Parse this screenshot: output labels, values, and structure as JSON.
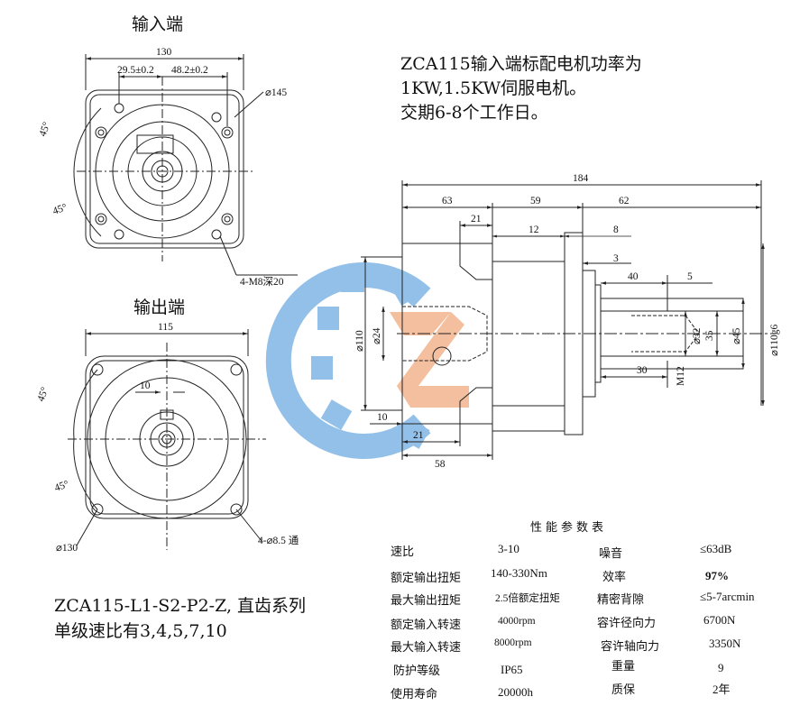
{
  "views": {
    "input_title": "输入端",
    "output_title": "输出端"
  },
  "notes": {
    "line1": "ZCA115输入端标配电机功率为",
    "line2": "1KW,1.5KW伺服电机。",
    "line3": "交期6-8个工作日。",
    "model_line1": "ZCA115-L1-S2-P2-Z, 直齿系列",
    "model_line2": "单级速比有3,4,5,7,10"
  },
  "dimensions": {
    "input": {
      "width": "130",
      "offset_a": "29.5±0.2",
      "offset_b": "48.2±0.2",
      "pcd": "⌀145",
      "angle_top": "45°",
      "angle_bottom": "45°",
      "holes": "4-M8深20"
    },
    "output": {
      "width": "115",
      "key": "10",
      "angle_top": "45°",
      "angle_bottom": "45°",
      "pcd": "⌀130",
      "holes": "4-⌀8.5 通"
    },
    "side": {
      "total": "184",
      "seg1": "63",
      "seg2": "59",
      "seg3": "62",
      "d21_top": "21",
      "d12": "12",
      "d8": "8",
      "d3": "3",
      "d40": "40",
      "d5": "5",
      "d110": "⌀110",
      "d24": "⌀24",
      "d32": "⌀32",
      "d35": "35",
      "d45": "⌀45",
      "d110g6": "⌀110g6",
      "d30": "30",
      "m12": "M12",
      "d10": "10",
      "d21_bottom": "21",
      "d58": "58"
    }
  },
  "params": {
    "title": "性能参数表",
    "rows": [
      {
        "l1": "速比",
        "v1": "3-10",
        "l2": "噪音",
        "v2": "≤63dB"
      },
      {
        "l1": "额定输出扭矩",
        "v1": "140-330Nm",
        "l2": "效率",
        "v2": "97%"
      },
      {
        "l1": "最大输出扭矩",
        "v1": "2.5倍额定扭矩",
        "l2": "精密背隙",
        "v2": "≤5-7arcmin"
      },
      {
        "l1": "额定输入转速",
        "v1": "4000rpm",
        "l2": "容许径向力",
        "v2": "6700N"
      },
      {
        "l1": "最大输入转速",
        "v1": "8000rpm",
        "l2": "容许轴向力",
        "v2": "3350N"
      },
      {
        "l1": "防护等级",
        "v1": "IP65",
        "l2": "重量",
        "v2": "9"
      },
      {
        "l1": "使用寿命",
        "v1": "20000h",
        "l2": "质保",
        "v2": "2年"
      }
    ]
  },
  "colors": {
    "line": "#222222",
    "gear_logo": "#7fb6e6",
    "z_logo": "#f2b48f"
  }
}
